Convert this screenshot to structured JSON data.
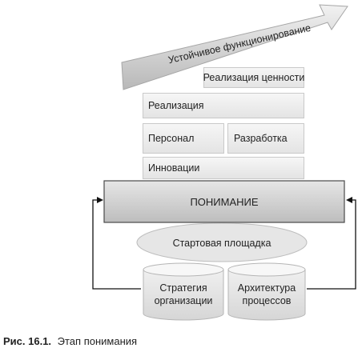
{
  "arrow_label": "Устойчивое функционирование",
  "value_realization": "Реализация ценности",
  "realization": "Реализация",
  "personnel": "Персонал",
  "development": "Разработка",
  "innovations": "Инновации",
  "understanding": "ПОНИМАНИЕ",
  "launchpad": "Стартовая площадка",
  "strategy": "Стратегия\nорганизации",
  "architecture": "Архитектура\nпроцессов",
  "caption": {
    "number": "Рис. 16.1.",
    "text": "Этап понимания"
  }
}
